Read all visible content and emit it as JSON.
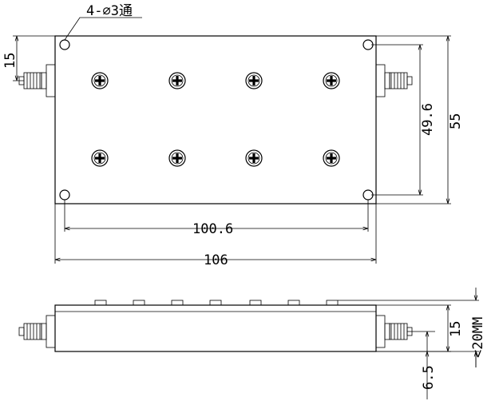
{
  "drawing": {
    "hole_note": "4-⌀3通",
    "dim_width_holes": "100.6",
    "dim_width_total": "106",
    "dim_height_holes": "49.6",
    "dim_height_total": "55",
    "dim_connector_offset": "15",
    "dim_side_height": "15",
    "dim_side_connector": "6.5",
    "dim_side_max": "<20MM"
  },
  "colors": {
    "line": "#000000",
    "background": "#ffffff"
  }
}
